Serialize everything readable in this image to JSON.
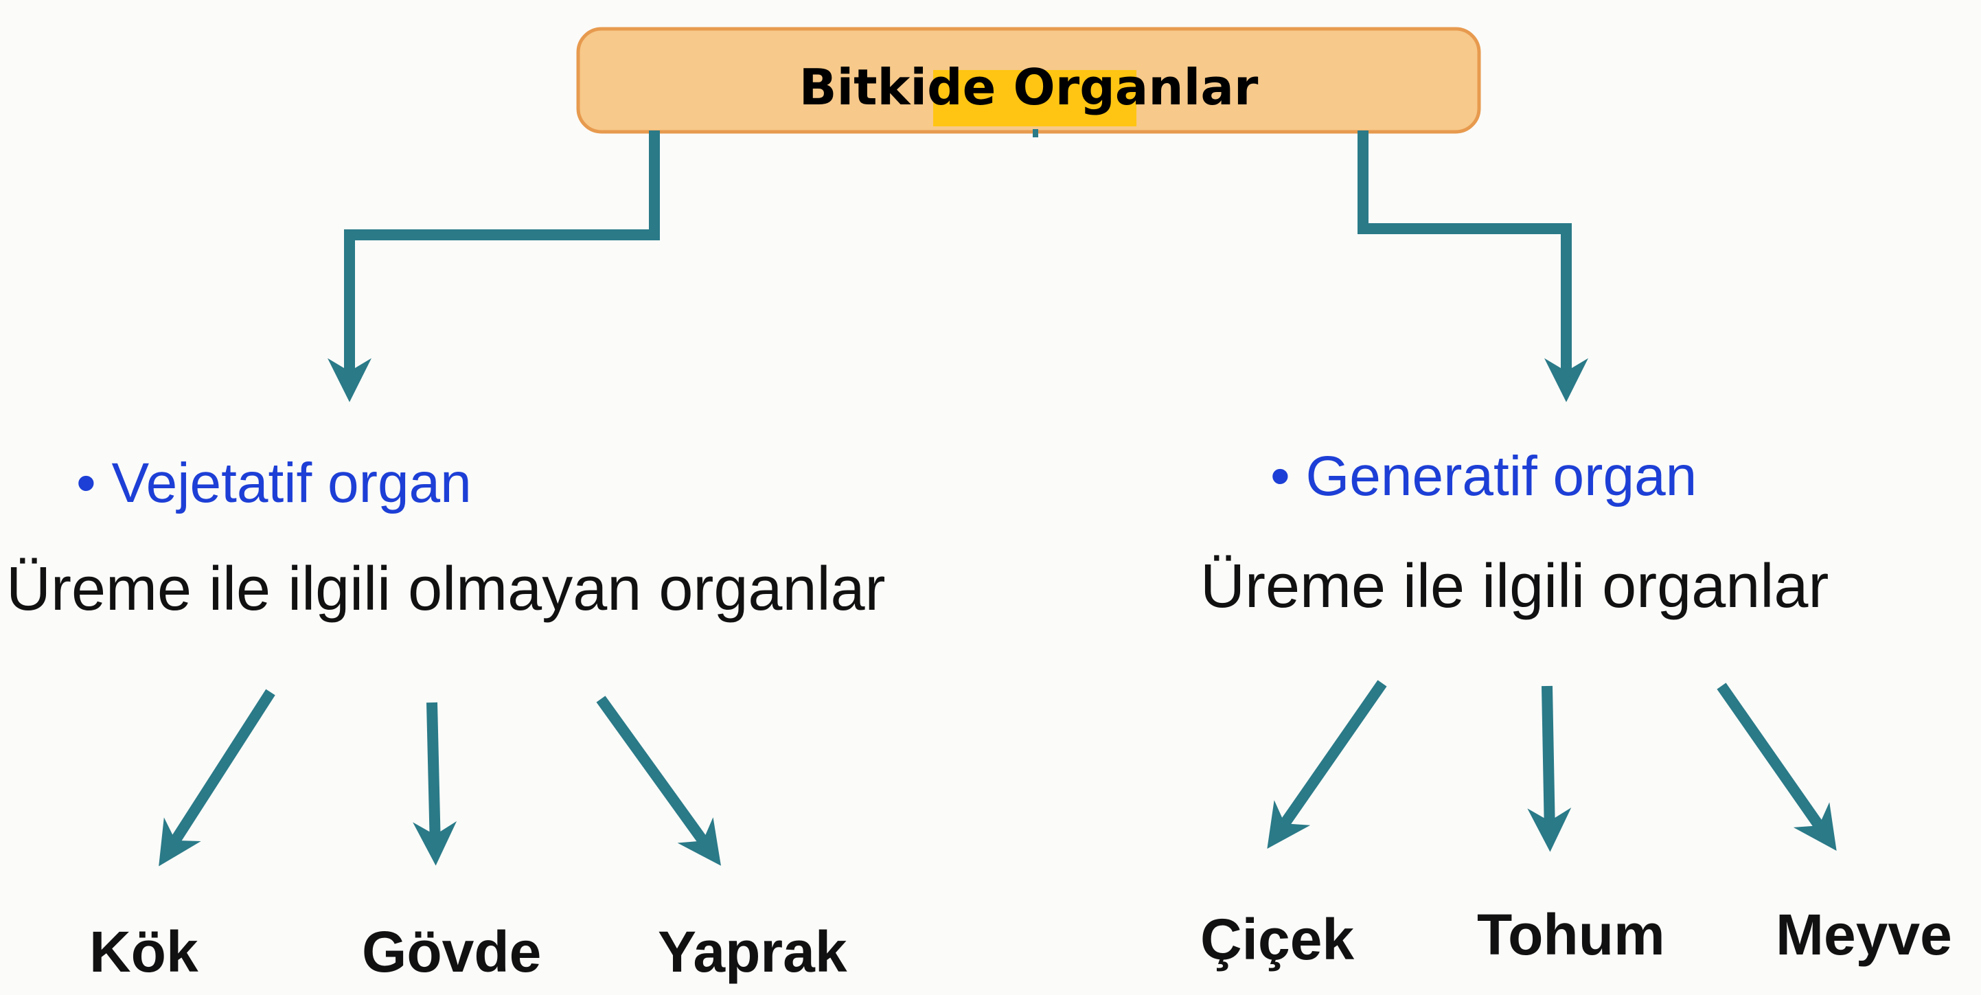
{
  "title": "Bitkide Organlar",
  "colors": {
    "box": "#f7c98a",
    "highlight": "#ffc512",
    "arrow": "#2a7a88",
    "blue_text": "#1d3fd6"
  },
  "left": {
    "heading": "• Vejetatif organ",
    "description": "Üreme ile ilgili olmayan organlar",
    "items": [
      "Kök",
      "Gövde",
      "Yaprak"
    ]
  },
  "right": {
    "heading": "• Generatif organ",
    "description": "Üreme ile ilgili organlar",
    "items": [
      "Çiçek",
      "Tohum",
      "Meyve"
    ]
  }
}
